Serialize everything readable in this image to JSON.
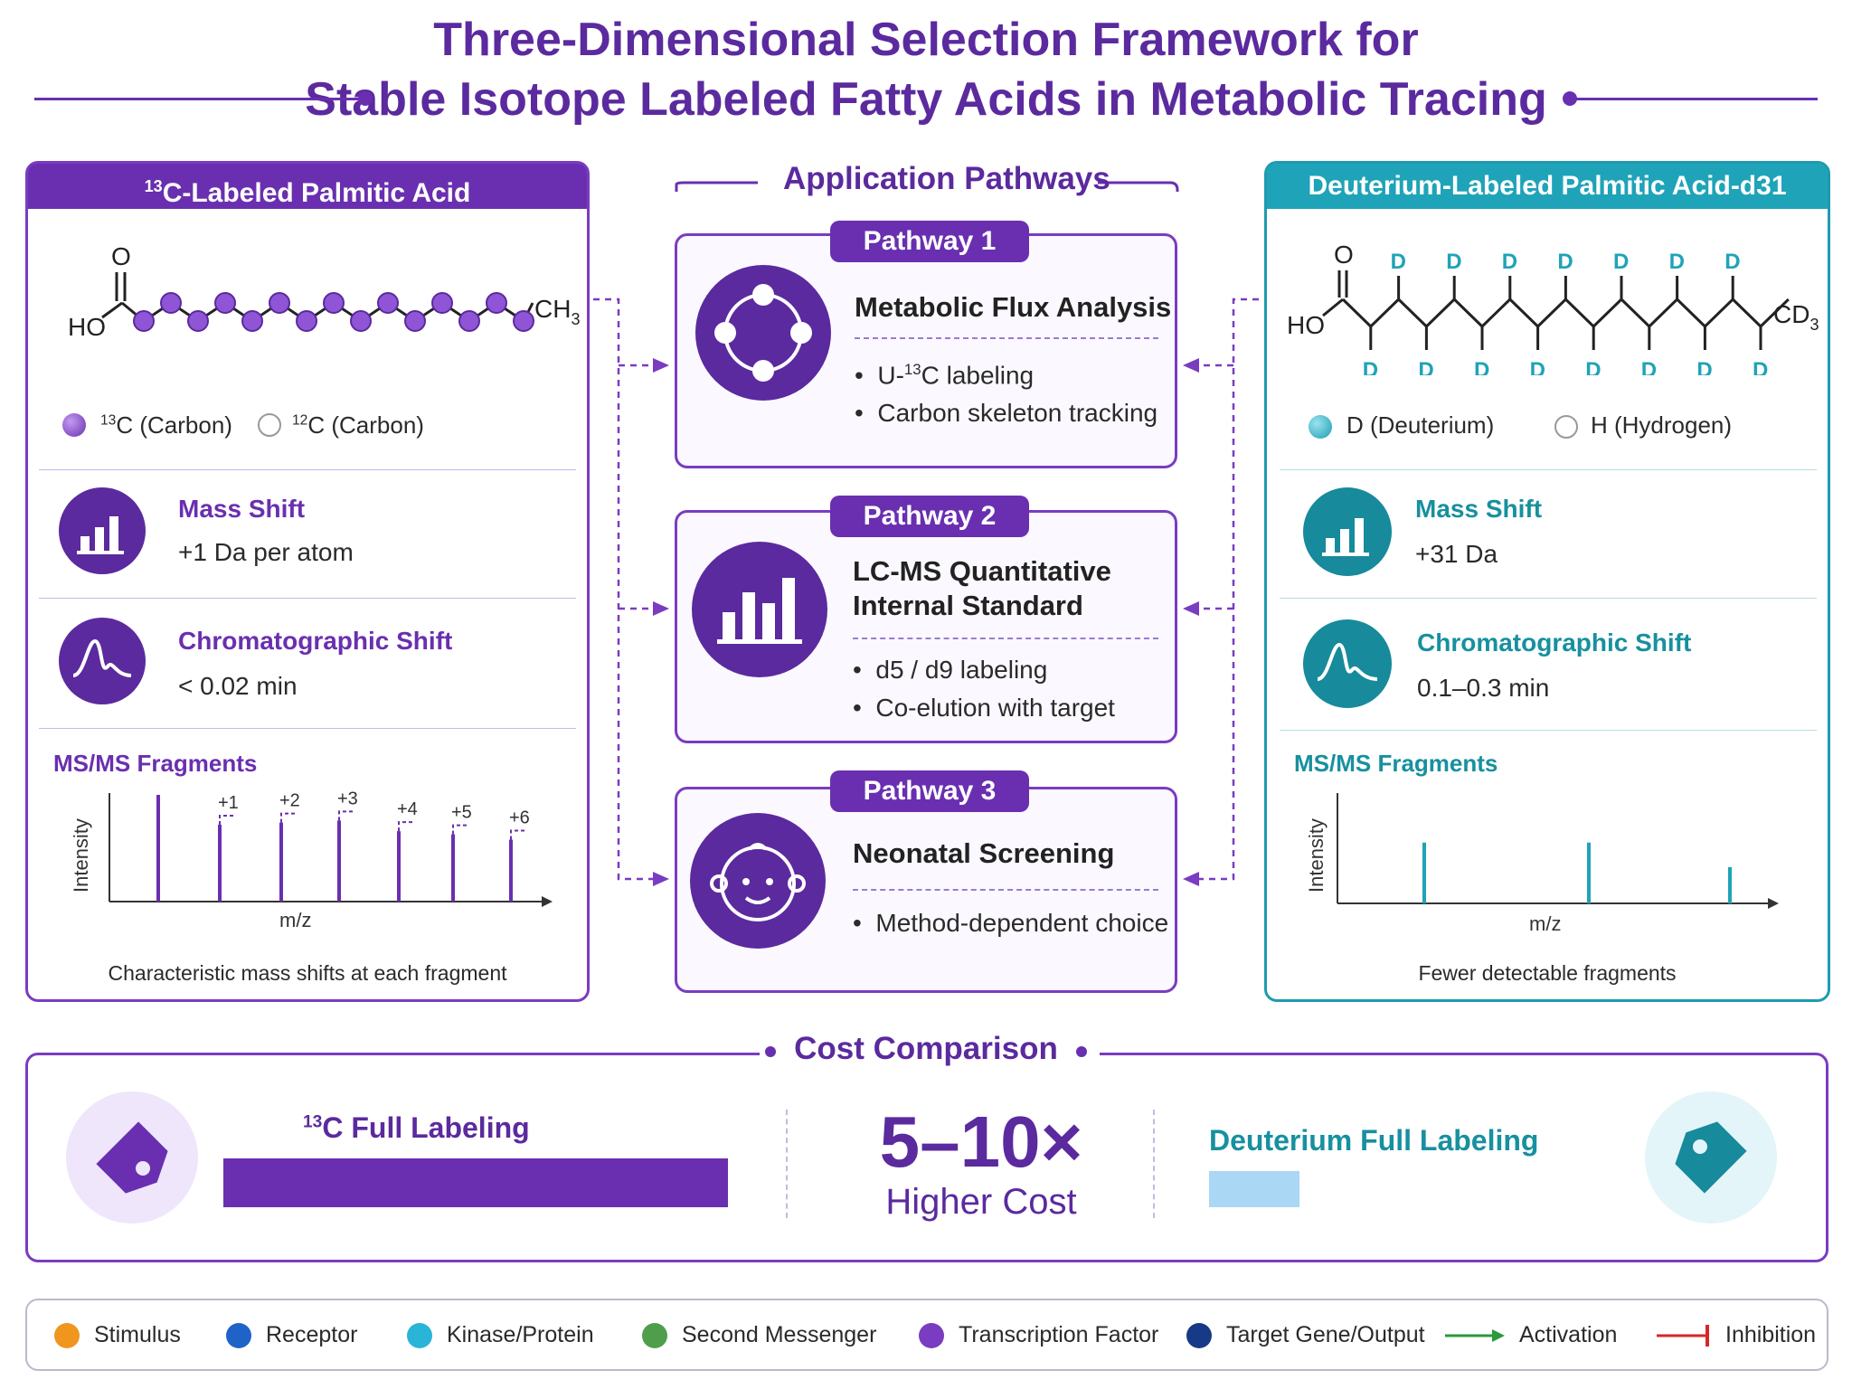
{
  "title": {
    "line1": "Three-Dimensional Selection Framework for",
    "line2": "Stable Isotope Labeled Fatty Acids in Metabolic Tracing"
  },
  "left_panel": {
    "header_sup": "13",
    "header_text": "C-Labeled Palmitic Acid",
    "mol_o": "O",
    "mol_ho": "HO",
    "mol_end": "CH",
    "mol_end_sub": "3",
    "legend_a_sup": "13",
    "legend_a": "C (Carbon)",
    "legend_b_sup": "12",
    "legend_b": "C (Carbon)",
    "mass_shift_label": "Mass Shift",
    "mass_shift_value": "+1 Da per atom",
    "chrom_label": "Chromatographic Shift",
    "chrom_value": "< 0.02 min",
    "msms_label": "MS/MS Fragments",
    "y_label": "Intensity",
    "x_label": "m/z",
    "caption": "Characteristic mass shifts at each fragment",
    "peak_labels": [
      "+1",
      "+2",
      "+3",
      "+4",
      "+5",
      "+6"
    ],
    "peak_heights": [
      1.0,
      0.72,
      0.74,
      0.76,
      0.66,
      0.63,
      0.58
    ]
  },
  "right_panel": {
    "header_text": "Deuterium-Labeled Palmitic Acid-d31",
    "mol_o": "O",
    "mol_ho": "HO",
    "mol_end": "CD",
    "mol_end_sub": "3",
    "d_label": "D",
    "legend_a": "D (Deuterium)",
    "legend_b": "H (Hydrogen)",
    "mass_shift_label": "Mass Shift",
    "mass_shift_value": "+31 Da",
    "chrom_label": "Chromatographic Shift",
    "chrom_value": "0.1–0.3 min",
    "msms_label": "MS/MS Fragments",
    "y_label": "Intensity",
    "x_label": "m/z",
    "caption": "Fewer detectable fragments",
    "peak_heights": [
      0.57,
      0.57,
      0.34
    ]
  },
  "center": {
    "section_title": "Application Pathways",
    "pathways": [
      {
        "tag": "Pathway 1",
        "title": "Metabolic Flux Analysis",
        "bullets": [
          "U-",
          "Carbon skeleton tracking"
        ],
        "bullet1_sup": "13",
        "bullet1_rest": "C labeling"
      },
      {
        "tag": "Pathway 2",
        "title_line1": "LC-MS Quantitative",
        "title_line2": "Internal Standard",
        "bullets": [
          "d5 / d9 labeling",
          "Co-elution with target"
        ]
      },
      {
        "tag": "Pathway 3",
        "title": "Neonatal Screening",
        "bullets": [
          "Method-dependent choice"
        ]
      }
    ]
  },
  "cost": {
    "section_title": "Cost Comparison",
    "c13_sup": "13",
    "c13_label": "C Full Labeling",
    "c13_relative": 1.0,
    "multiplier": "5–10×",
    "multiplier_caption": "Higher Cost",
    "deut_label": "Deuterium Full Labeling",
    "deut_relative": 0.18
  },
  "legend": {
    "items": [
      {
        "label": "Stimulus",
        "color": "#f0961e"
      },
      {
        "label": "Receptor",
        "color": "#1f63c9"
      },
      {
        "label": "Kinase/Protein",
        "color": "#2ab4d8"
      },
      {
        "label": "Second Messenger",
        "color": "#4f9e4b"
      },
      {
        "label": "Transcription Factor",
        "color": "#7a3cc0"
      },
      {
        "label": "Target Gene/Output",
        "color": "#173a86"
      }
    ],
    "activation": "Activation",
    "inhibition": "Inhibition"
  },
  "colors": {
    "purple": "#6a2fb0",
    "teal": "#1fa3b8",
    "activation": "#2a9a3a",
    "inhibition": "#d72626"
  }
}
